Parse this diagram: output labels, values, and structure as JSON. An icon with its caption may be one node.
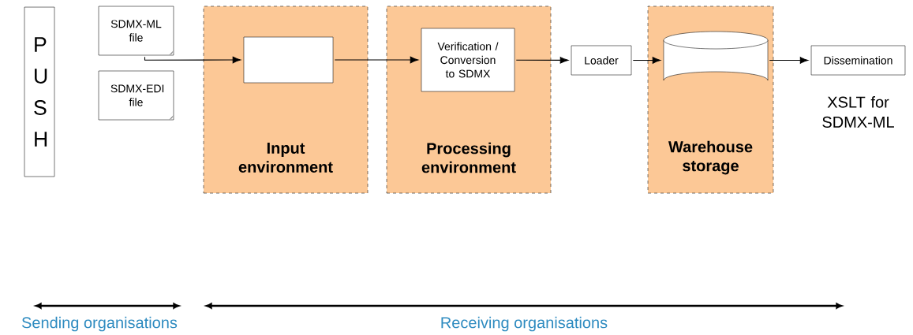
{
  "diagram": {
    "nodes": [
      {
        "text": [
          "P U S H"
        ]
      },
      {
        "text": [
          "SDMX-ML file"
        ]
      },
      {
        "text": [
          "SDMX-EDI file"
        ]
      },
      {
        "text": [
          "Input environment"
        ]
      },
      {
        "text": [],
        "shape": "box",
        "in": 3
      },
      {
        "text": [
          "Processing environment"
        ]
      },
      {
        "text": [
          "Verification / Conversion to SDMX"
        ],
        "in": 5
      },
      {
        "text": [
          "Loader"
        ]
      },
      {
        "text": [
          "Warehouse storage"
        ]
      },
      {
        "text": [],
        "shape": "cylinder",
        "in": 8
      },
      {
        "text": [
          "Dissemination"
        ],
        "beside": [
          "XSLT for SDMX-ML"
        ]
      }
    ],
    "edges": [
      {
        "from": 1,
        "to": 4,
        "arrow": "to"
      },
      {
        "from": 4,
        "to": 6,
        "arrow": "to"
      },
      {
        "from": 6,
        "to": 7,
        "arrow": "to"
      },
      {
        "from": 7,
        "to": 9,
        "arrow": "to"
      },
      {
        "from": 9,
        "to": 10,
        "arrow": "to"
      }
    ],
    "labels": [
      "Sending organisations",
      "Receiving organisations"
    ]
  }
}
